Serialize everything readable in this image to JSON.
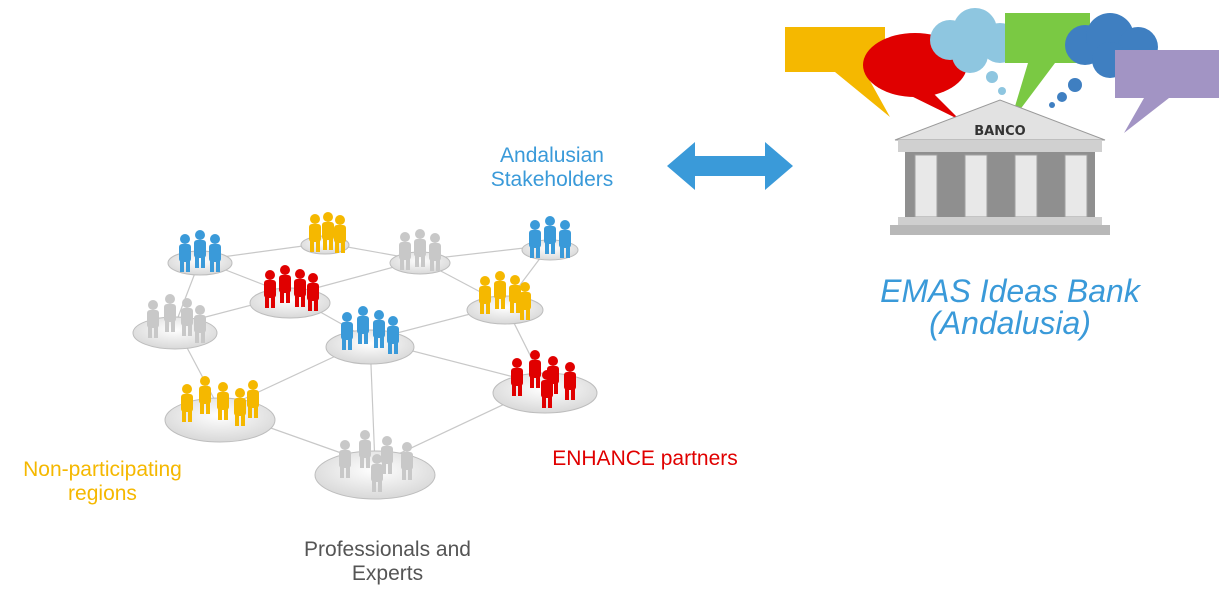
{
  "diagram": {
    "labels": {
      "andalusian_stakeholders": "Andalusian\nStakeholders",
      "non_participating_regions": "Non-participating\nregions",
      "enhance_partners": "ENHANCE partners",
      "professionals_experts": "Professionals and\nExperts",
      "emas_title_line1": "EMAS Ideas Bank",
      "emas_title_line2": "(Andalusia)"
    },
    "bank": {
      "sign": "BANCO"
    },
    "colors": {
      "blue": "#3a9ad9",
      "yellow": "#f5b800",
      "red": "#e00000",
      "gray": "#555555"
    }
  }
}
